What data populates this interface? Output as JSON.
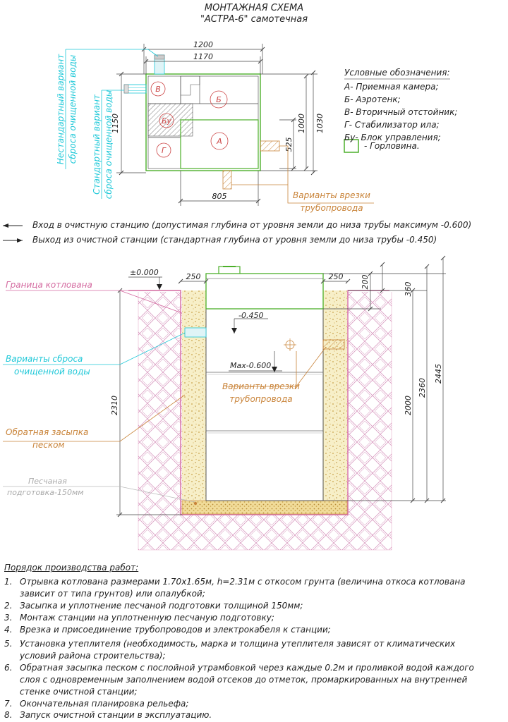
{
  "title": {
    "line1": "МОНТАЖНАЯ СХЕМА",
    "line2": "\"АСТРА-6\" самотечная"
  },
  "plan": {
    "dims": {
      "w1200": "1200",
      "w1170": "1170",
      "h1150": "1150",
      "h1000": "1000",
      "h1030": "1030",
      "h525": "525",
      "w805": "805"
    },
    "zones": {
      "A": "А",
      "B": "Б",
      "V": "В",
      "G": "Г",
      "Bu": "Бу"
    },
    "side_labels": {
      "nonstandard_line1": "Нестандартный вариант",
      "nonstandard_line2": "сброса очищенной воды",
      "standard_line1": "Стандартный вариант",
      "standard_line2": "сброса очищенной воды"
    },
    "pipe_variants_line1": "Варианты врезки",
    "pipe_variants_line2": "трубопровода"
  },
  "legend": {
    "title": "Условные обозначения:",
    "items": [
      "А- Приемная камера;",
      "Б- Аэротенк;",
      "В- Вторичный отстойник;",
      "Г- Стабилизатор ила;",
      "Бу- Блок управления;"
    ],
    "neck": "- Горловина.",
    "neck_color": "#4caf2a"
  },
  "arrows": {
    "inlet": "Вход в очистную станцию (допустимая глубина от уровня земли до низа трубы максимум -0.600)",
    "outlet": "Выход из очистной станции (стандартная глубина от уровня земли до низа трубы -0.450)"
  },
  "section": {
    "zero_level": "±0.000",
    "pit_boundary": "Граница котлована",
    "discharge_line1": "Варианты сброса",
    "discharge_line2": "очищенной воды",
    "backfill_line1": "Обратная засыпка",
    "backfill_line2": "песком",
    "sand_line1": "Песчаная",
    "sand_line2": "подготовка-150мм",
    "pipe_variants_line1": "Варианты врезки",
    "pipe_variants_line2": "трубопровода",
    "dims": {
      "l250": "250",
      "r250": "250",
      "d200": "200",
      "d360": "360",
      "level_450": "-0.450",
      "max_600": "Max-0.600",
      "d2000": "2000",
      "d2360": "2360",
      "d2445": "2445",
      "d2310": "2310"
    },
    "colors": {
      "pit": "#d46aa0",
      "cyan": "#1ec8d8",
      "orange": "#c9843a",
      "green": "#4caf2a"
    }
  },
  "work_order": {
    "title": "Порядок производства работ:",
    "steps": [
      {
        "num": "1.",
        "lines": [
          "Отрывка котлована размерами 1.70х1.65м, h=2.31м с откосом грунта (величина откоса котлована",
          "зависит от типа грунтов) или опалубкой;"
        ]
      },
      {
        "num": "2.",
        "lines": [
          "Засыпка и уплотнение песчаной подготовки толщиной 150мм;"
        ]
      },
      {
        "num": "3.",
        "lines": [
          "Монтаж станции на уплотненную песчаную подготовку;"
        ]
      },
      {
        "num": "4.",
        "lines": [
          "Врезка и присоединение трубопроводов и электрокабеля к станции;"
        ]
      },
      {
        "num": "5.",
        "lines": [
          "Установка утеплителя (необходимость, марка и толщина утеплителя зависят от климатических",
          "условий района строительства);"
        ]
      },
      {
        "num": "6.",
        "lines": [
          "Обратная засыпка песком с послойной утрамбовкой через каждые 0.2м и проливкой водой каждого",
          "слоя с одновременным заполнением водой отсеков до отметок, промаркированных на внутренней",
          "стенке очистной станции;"
        ]
      },
      {
        "num": "7.",
        "lines": [
          "Окончательная планировка рельефа;"
        ]
      },
      {
        "num": "8.",
        "lines": [
          "Запуск очистной станции в эксплуатацию."
        ]
      }
    ]
  }
}
